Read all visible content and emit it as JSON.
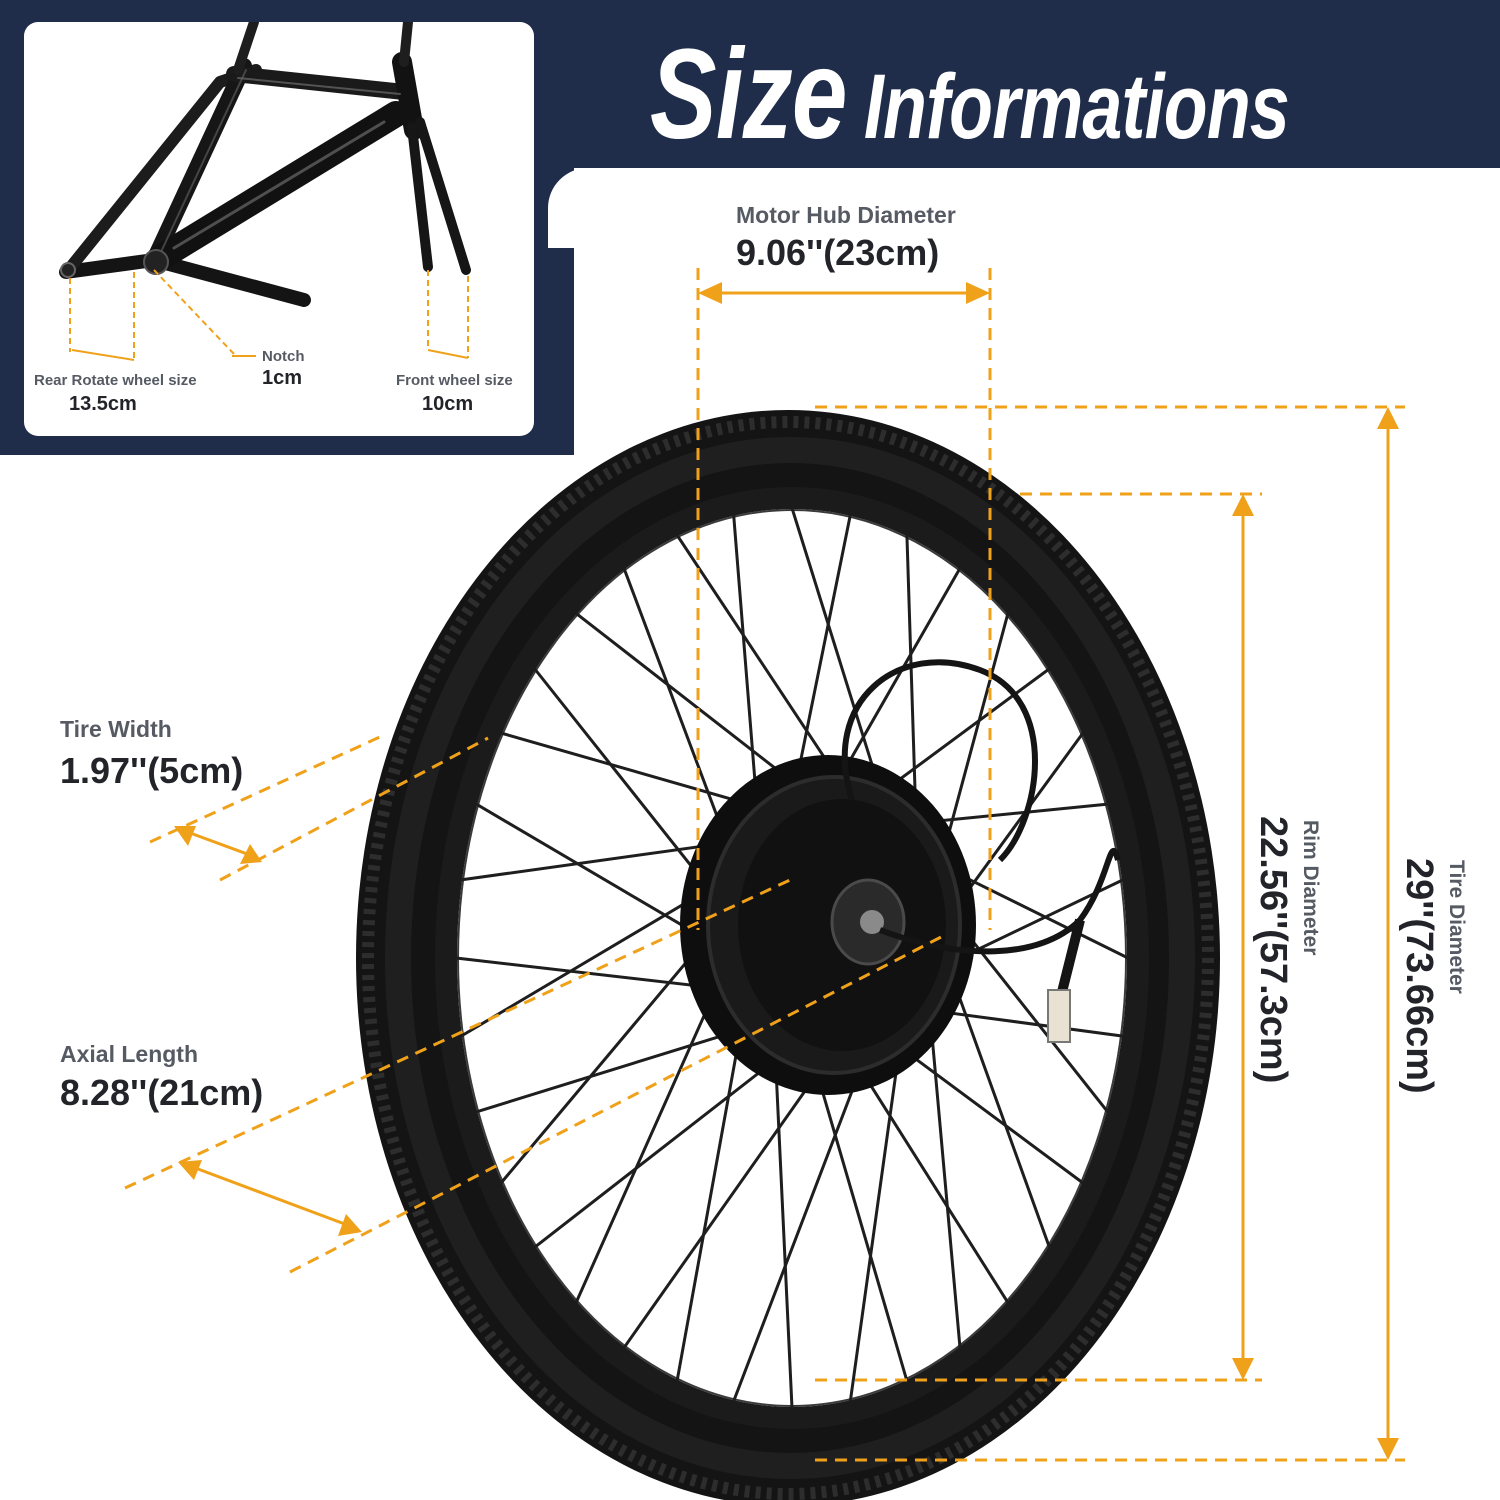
{
  "title": {
    "word1": "Size",
    "word2": "Informations"
  },
  "frame": {
    "rear_label": "Rear Rotate wheel size",
    "rear_value": "13.5cm",
    "notch_label": "Notch",
    "notch_value": "1cm",
    "front_label": "Front wheel size",
    "front_value": "10cm"
  },
  "measurements": {
    "motor_hub": {
      "label": "Motor Hub Diameter",
      "value": "9.06''(23cm)"
    },
    "tire_width": {
      "label": "Tire Width",
      "value": "1.97''(5cm)"
    },
    "axial_length": {
      "label": "Axial Length",
      "value": "8.28''(21cm)"
    },
    "rim_diameter": {
      "label": "Rim Diameter",
      "value": "22.56''(57.3cm)"
    },
    "tire_diameter": {
      "label": "Tire Diameter",
      "value": "29''(73.66cm)"
    }
  },
  "colors": {
    "navy": "#1f2d4a",
    "accent": "#f0a11a",
    "text_dark": "#222429",
    "text_gray": "#555a63"
  }
}
